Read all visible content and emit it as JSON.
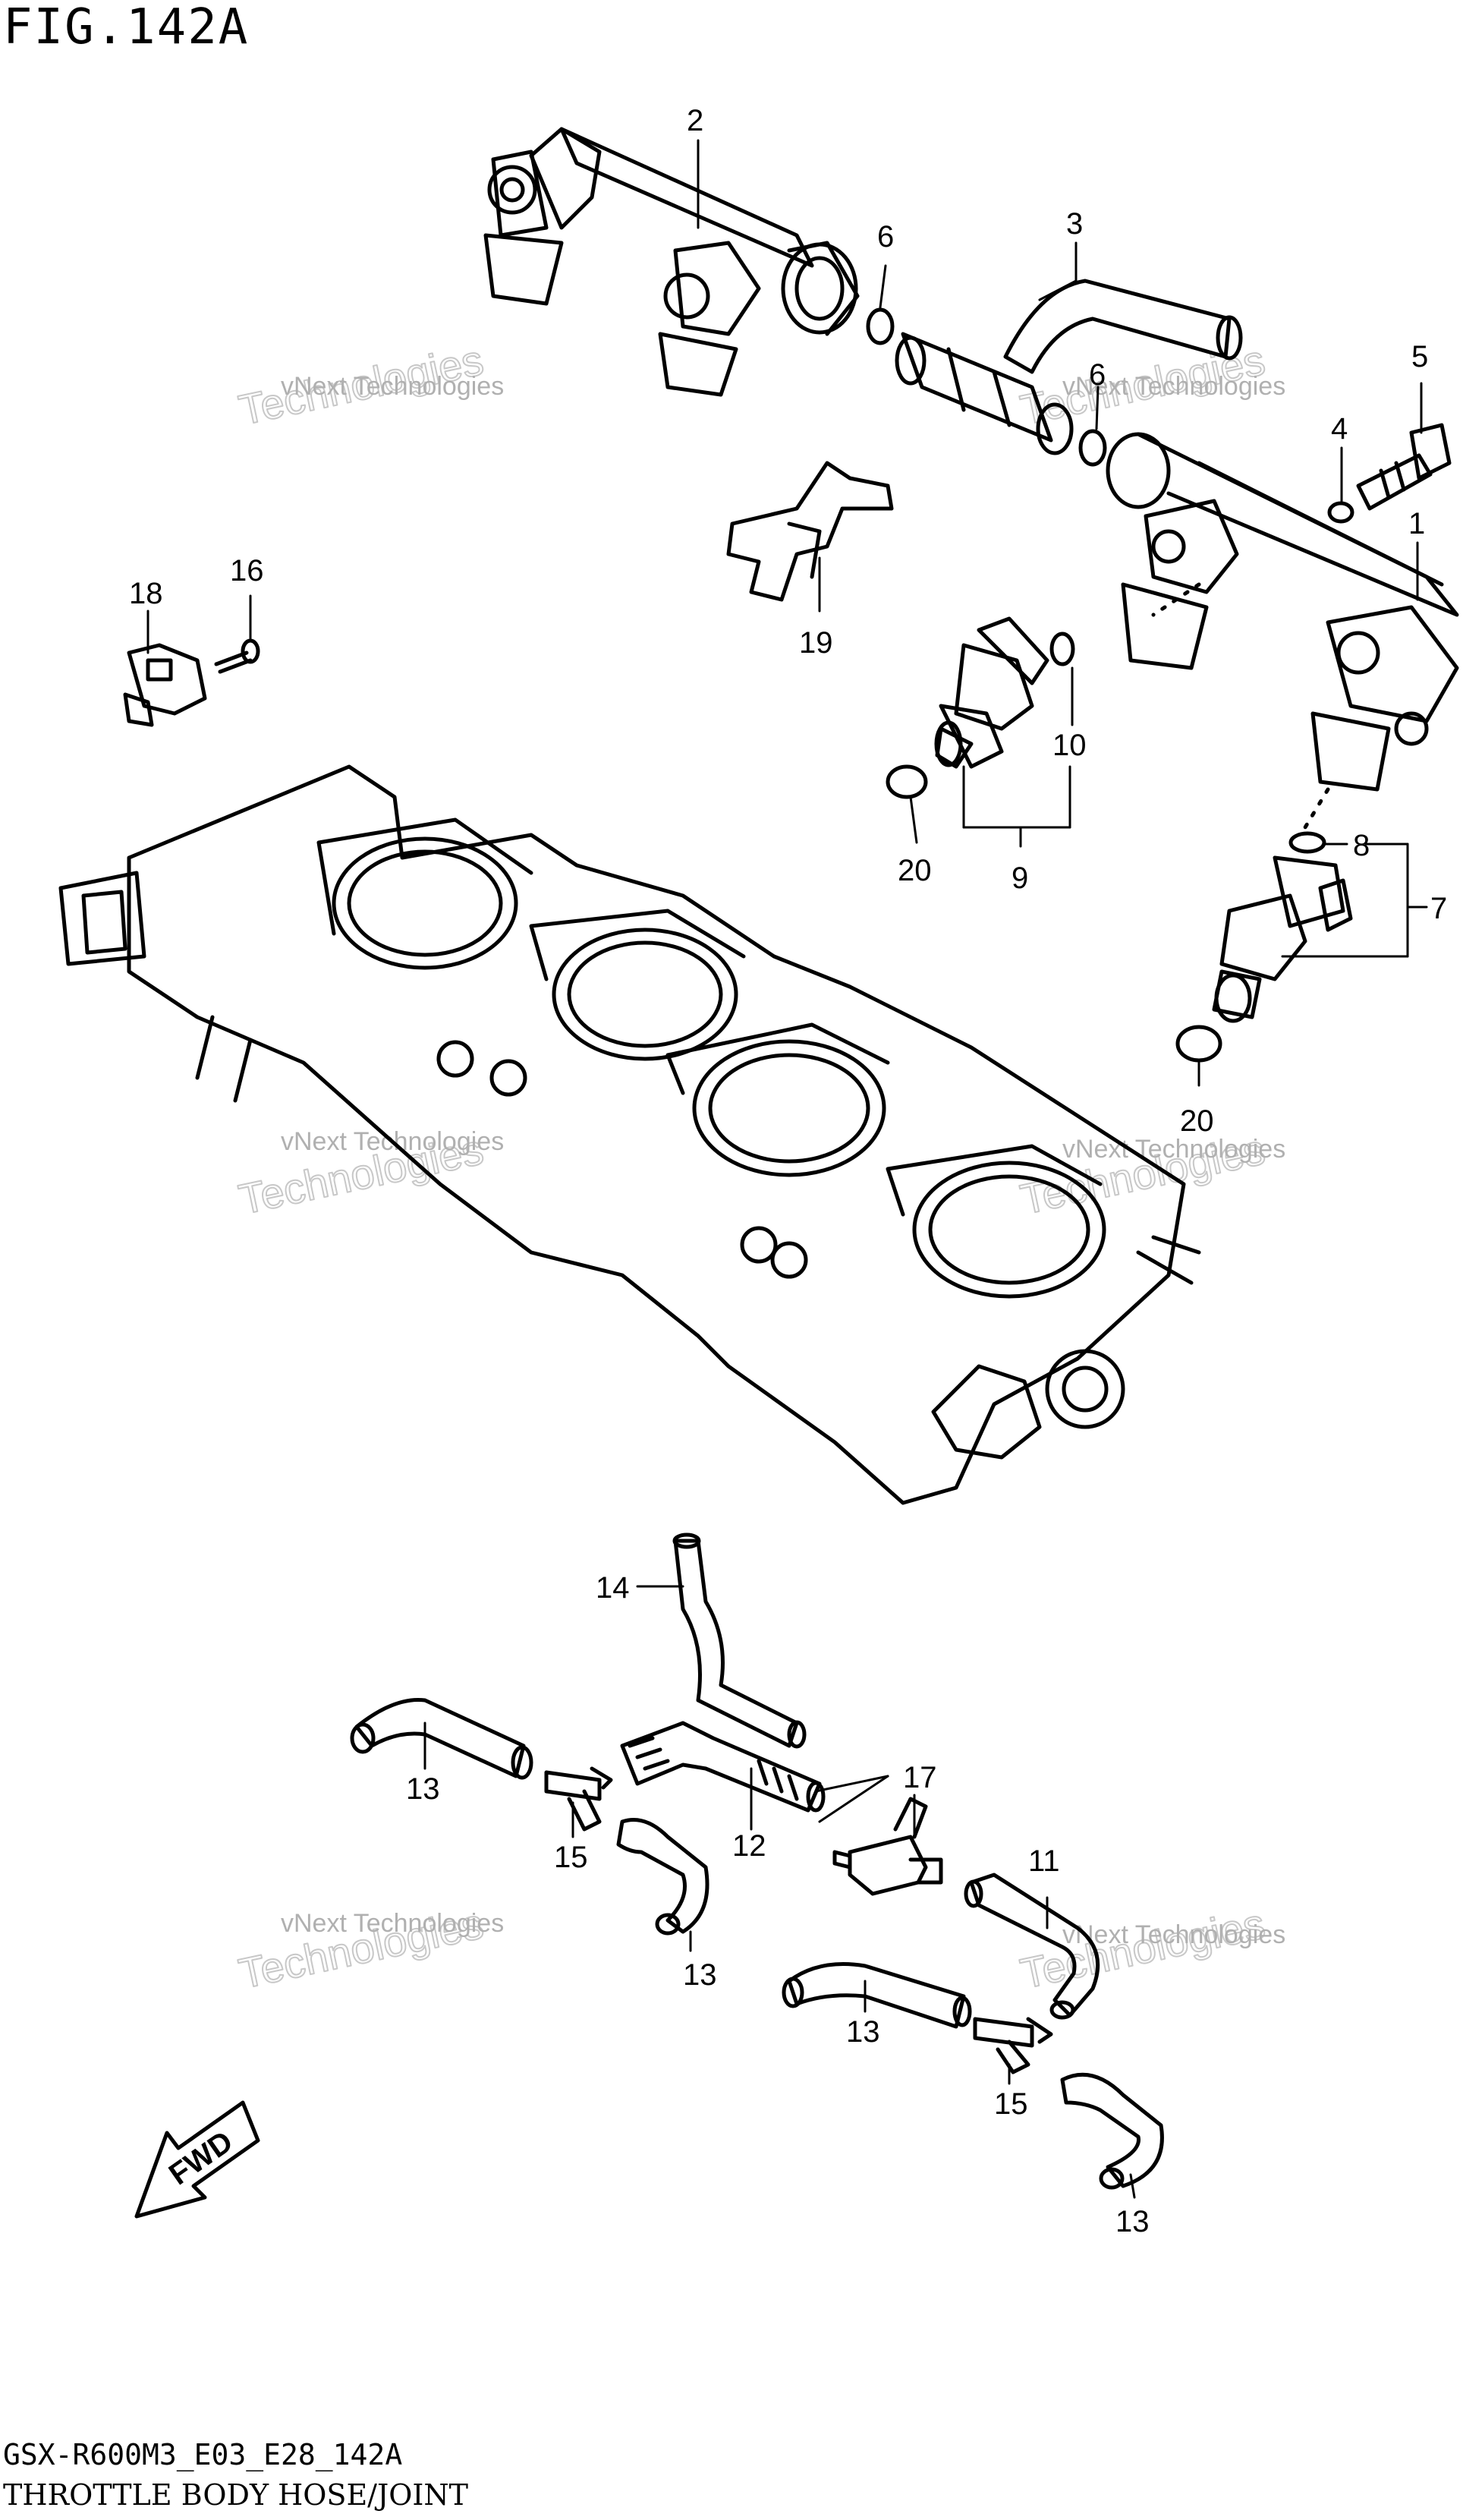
{
  "figure": {
    "title": "FIG.142A",
    "code": "GSX-R600M3_E03_E28_142A",
    "name": "THROTTLE BODY HOSE/JOINT"
  },
  "watermark": {
    "line1": "vNext Technologies",
    "line2": "Technologies",
    "line3": "vNext"
  },
  "fwd_label": "FWD",
  "callouts": [
    {
      "id": "c2",
      "text": "2"
    },
    {
      "id": "c6a",
      "text": "6"
    },
    {
      "id": "c3",
      "text": "3"
    },
    {
      "id": "c6b",
      "text": "6"
    },
    {
      "id": "c5",
      "text": "5"
    },
    {
      "id": "c4",
      "text": "4"
    },
    {
      "id": "c1",
      "text": "1"
    },
    {
      "id": "c16",
      "text": "16"
    },
    {
      "id": "c18",
      "text": "18"
    },
    {
      "id": "c19",
      "text": "19"
    },
    {
      "id": "c10",
      "text": "10"
    },
    {
      "id": "c20a",
      "text": "20"
    },
    {
      "id": "c9",
      "text": "9"
    },
    {
      "id": "c8",
      "text": "8"
    },
    {
      "id": "c7",
      "text": "7"
    },
    {
      "id": "c20b",
      "text": "20"
    },
    {
      "id": "c14",
      "text": "14"
    },
    {
      "id": "c13a",
      "text": "13"
    },
    {
      "id": "c17",
      "text": "17"
    },
    {
      "id": "c15a",
      "text": "15"
    },
    {
      "id": "c12",
      "text": "12"
    },
    {
      "id": "c11",
      "text": "11"
    },
    {
      "id": "c13b",
      "text": "13"
    },
    {
      "id": "c13c",
      "text": "13"
    },
    {
      "id": "c15b",
      "text": "15"
    },
    {
      "id": "c13d",
      "text": "13"
    }
  ]
}
